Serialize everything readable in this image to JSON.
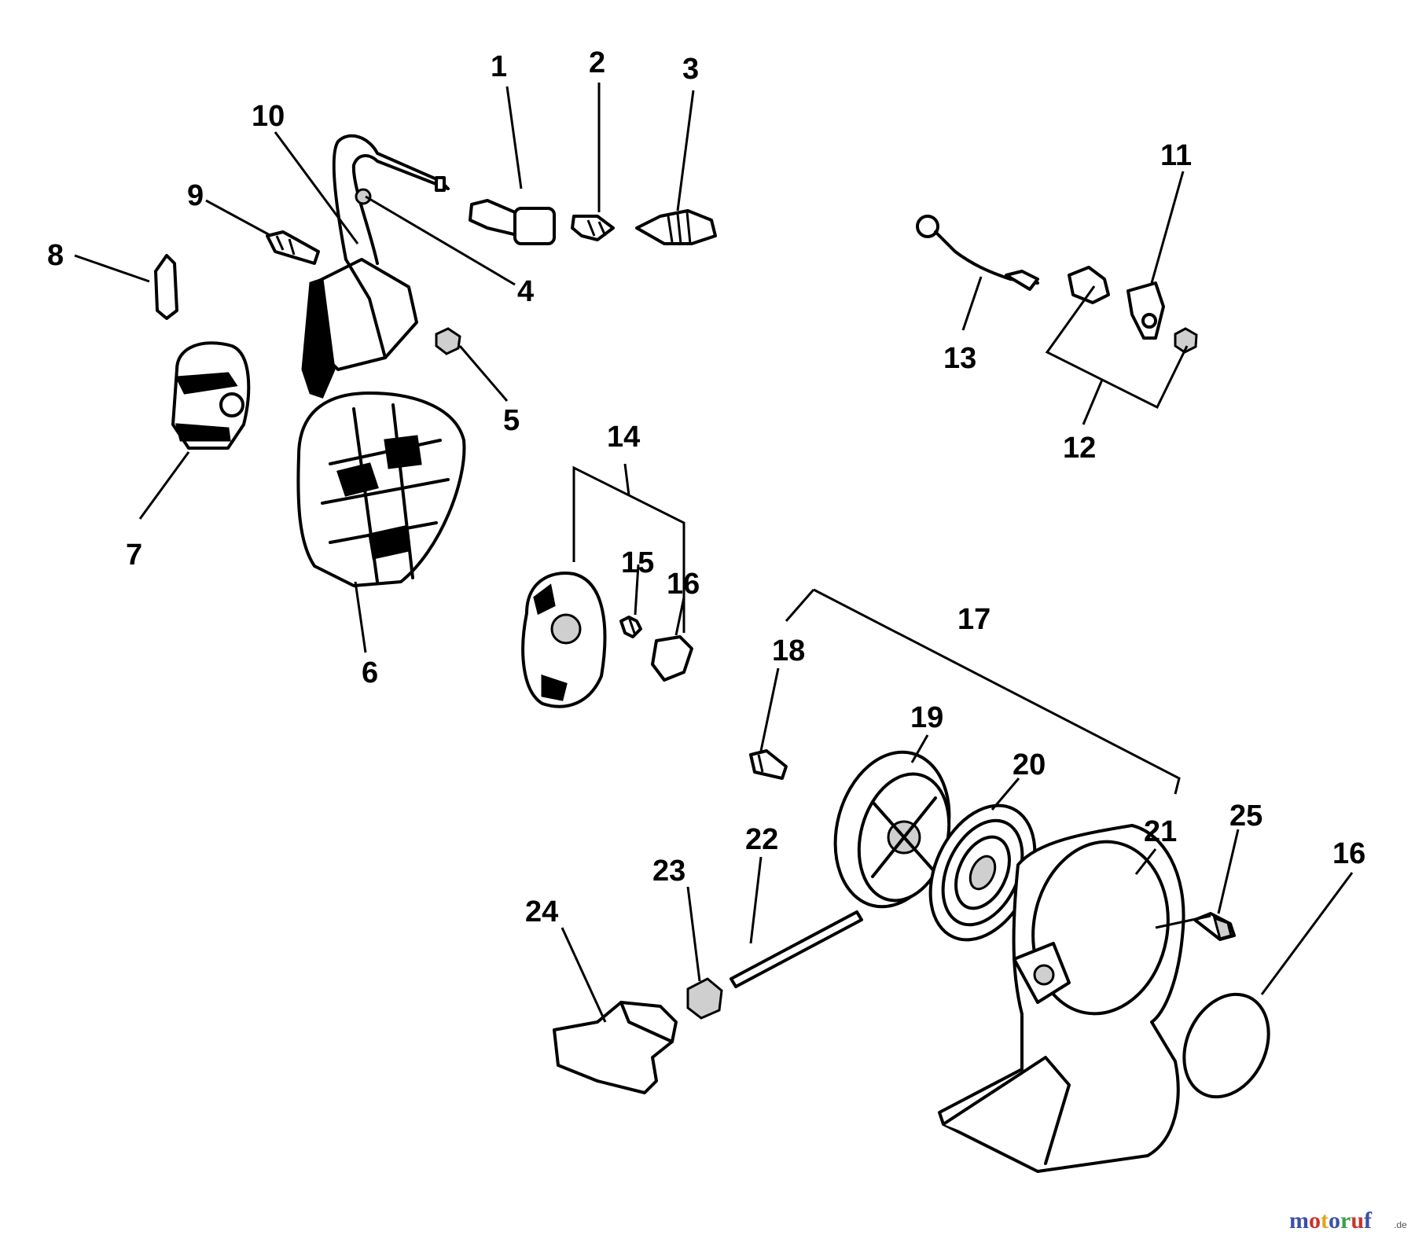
{
  "diagram": {
    "callouts": {
      "p1": "1",
      "p2": "2",
      "p3": "3",
      "p4": "4",
      "p5": "5",
      "p6": "6",
      "p7": "7",
      "p8": "8",
      "p9": "9",
      "p10": "10",
      "p11": "11",
      "p12": "12",
      "p13": "13",
      "p14": "14",
      "p15": "15",
      "p16a": "16",
      "p16b": "16",
      "p17": "17",
      "p18": "18",
      "p19": "19",
      "p20": "20",
      "p21": "21",
      "p22": "22",
      "p23": "23",
      "p24": "24",
      "p25": "25"
    }
  },
  "watermark": {
    "brand": "motoruf",
    "suffix": ".de",
    "colors": [
      "#3b4fa8",
      "#c8332b",
      "#e0a420",
      "#3b4fa8",
      "#3aa04a",
      "#c8332b",
      "#3b4fa8"
    ]
  }
}
